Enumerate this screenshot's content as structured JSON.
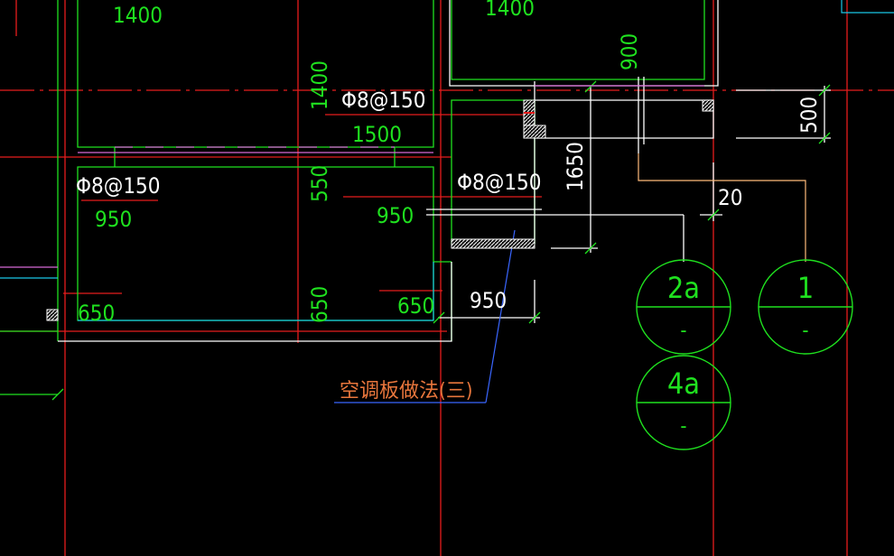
{
  "colors": {
    "background": "#000000",
    "axis_red": "#e61c1c",
    "green": "#1fe11f",
    "white": "#ffffff",
    "cyan": "#19c6e6",
    "magenta": "#d66ad6",
    "orange": "#ffbb7a",
    "blue_leader": "#3a66ff",
    "note_text": "#e8763c"
  },
  "dimensions": {
    "d1400_top_left": "1400",
    "d1400_top_right": "1400",
    "d900": "900",
    "d1400_vertical": "1400",
    "d1500": "1500",
    "d500": "500",
    "d1650": "1650",
    "d20": "20",
    "d550": "550",
    "d950_left": "950",
    "d950_mid": "950",
    "d950_lower": "950",
    "d650_left": "650",
    "d650_vertical": "650",
    "d650_right": "650"
  },
  "rebar": {
    "upper": "Φ8@150",
    "left": "Φ8@150",
    "right": "Φ8@150"
  },
  "callouts": [
    {
      "top": "2a",
      "bottom": "-"
    },
    {
      "top": "1",
      "bottom": "-"
    },
    {
      "top": "4a",
      "bottom": "-"
    }
  ],
  "note": "空调板做法(三)"
}
